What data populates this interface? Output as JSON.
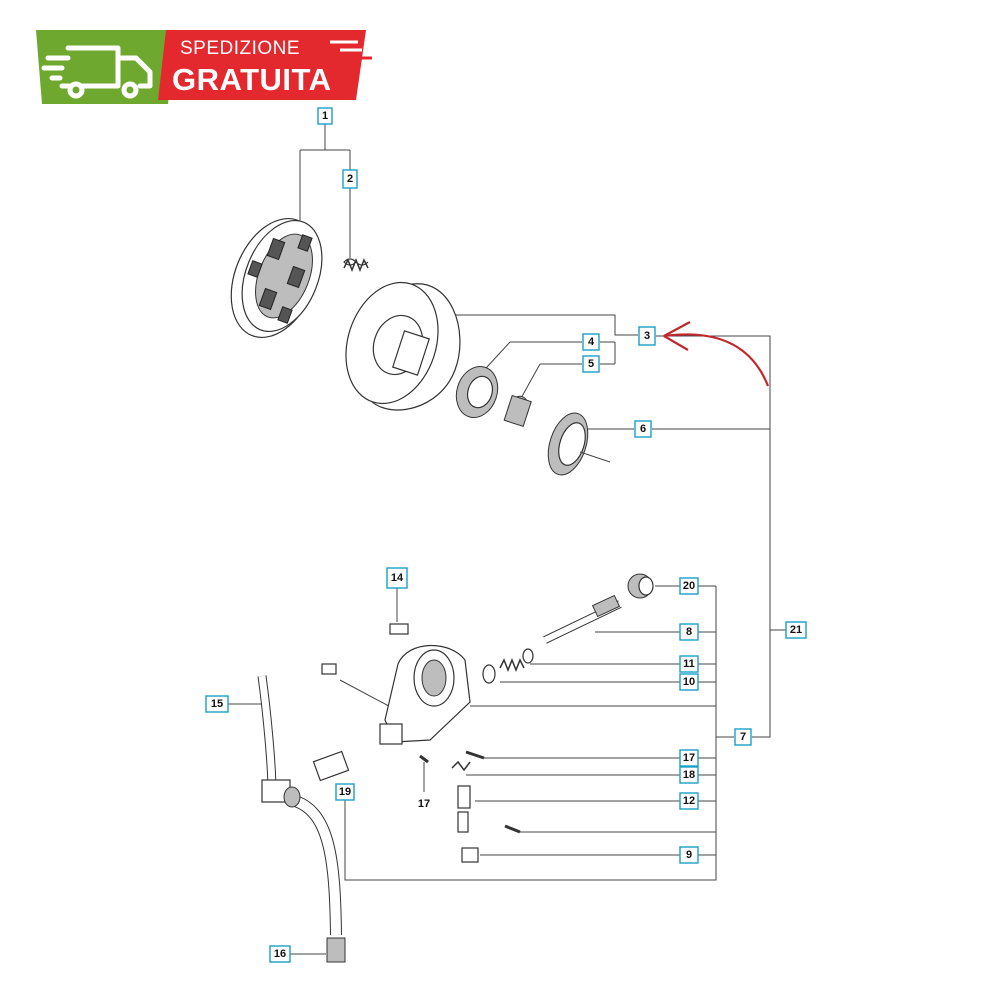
{
  "banner": {
    "line1": "SPEDIZIONE",
    "line2": "GRATUITA",
    "green_color": "#6fa82e",
    "red_color": "#e3282e",
    "icon": "delivery-truck-icon"
  },
  "callouts": {
    "c1": "1",
    "c2": "2",
    "c3": "3",
    "c4": "4",
    "c5": "5",
    "c6": "6",
    "c7": "7",
    "c8": "8",
    "c9": "9",
    "c10": "10",
    "c11": "11",
    "c12": "12",
    "c14": "14",
    "c15": "15",
    "c16": "16",
    "c17a": "17",
    "c17b": "17",
    "c18": "18",
    "c19": "19",
    "c20": "20",
    "c21": "21"
  },
  "highlight": {
    "arrow_color": "#c0282d",
    "points_to": "3"
  }
}
